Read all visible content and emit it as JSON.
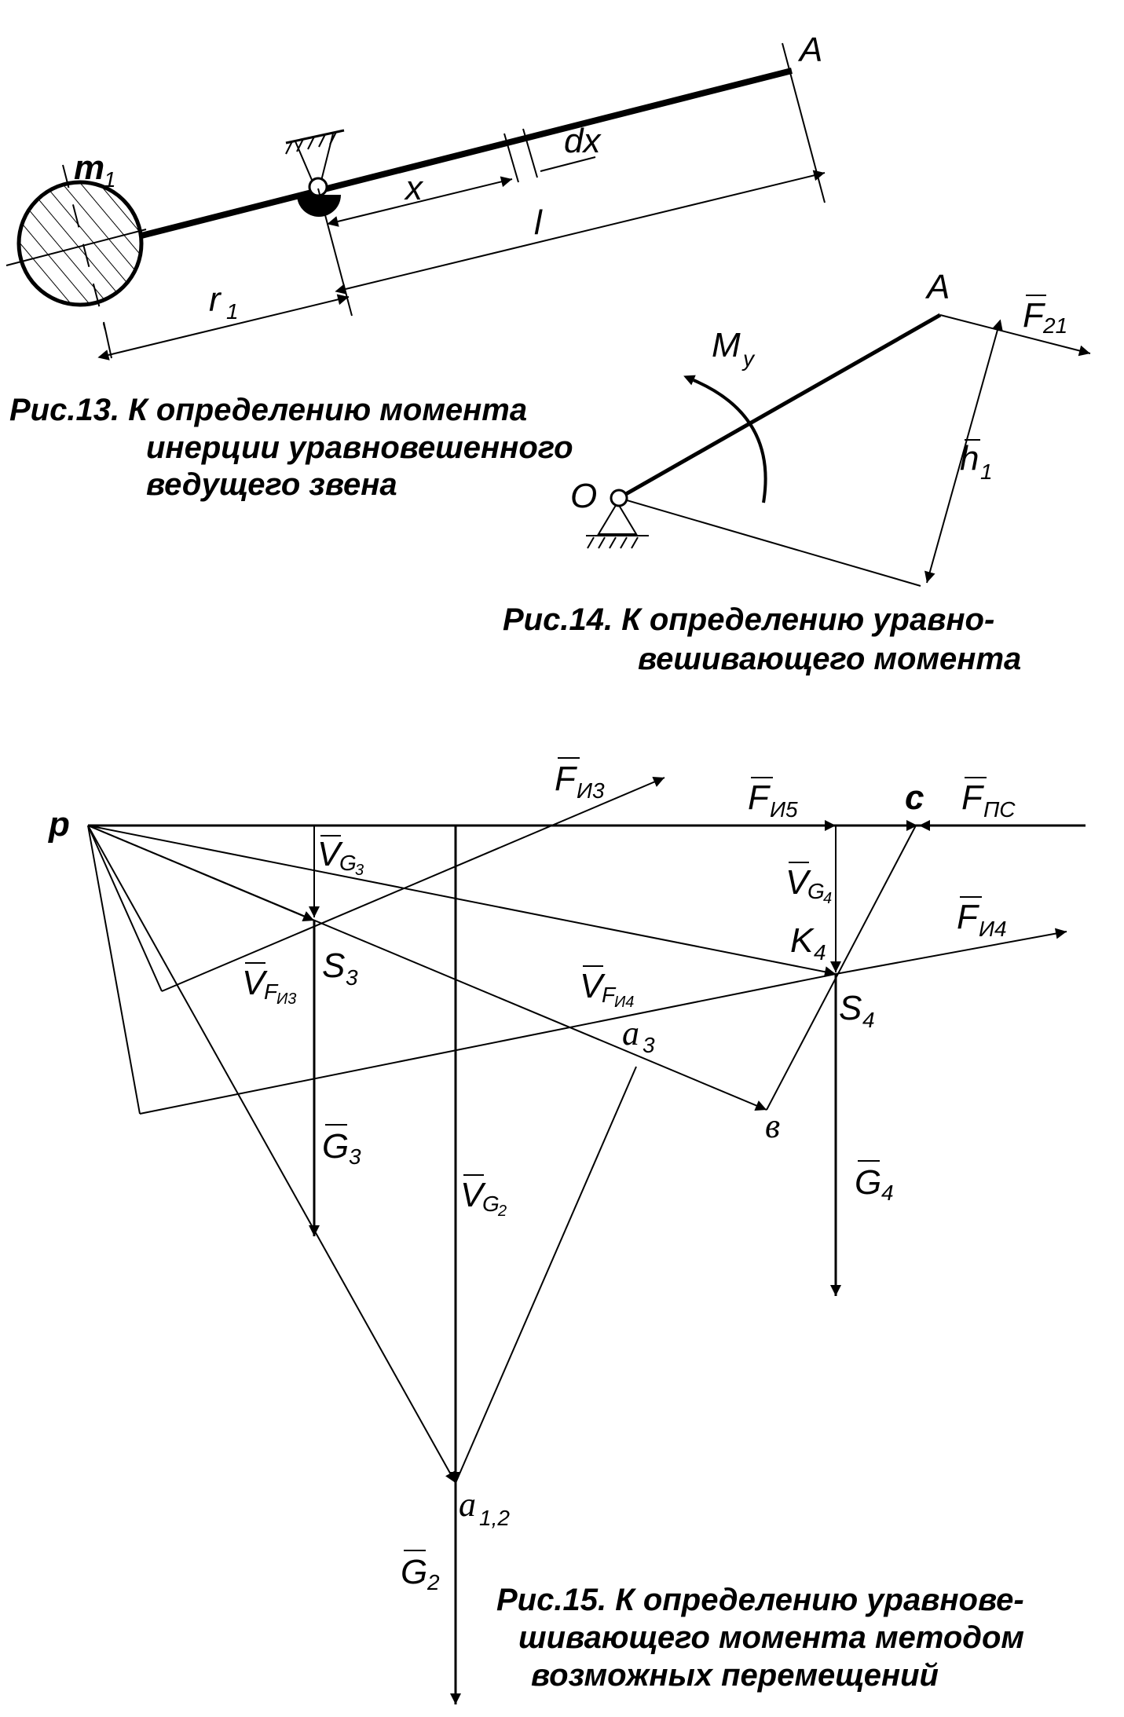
{
  "fig13": {
    "caption_line1": "Рис.13. К определению момента",
    "caption_line2": "инерции уравновешенного",
    "caption_line3": "ведущего звена",
    "label_A": "A",
    "label_m": "m",
    "label_m_sub": "1",
    "label_dx": "dx",
    "label_x": "x",
    "label_l": "l",
    "label_r": "r",
    "label_r_sub": "1"
  },
  "fig14": {
    "caption_line1": "Рис.14. К определению уравно-",
    "caption_line2": "вешивающего момента",
    "label_A": "A",
    "label_F": "F",
    "label_F_sub": "21",
    "label_M": "M",
    "label_M_sub": "y",
    "label_h": "h",
    "label_h_sub": "1",
    "label_O": "O"
  },
  "fig15": {
    "caption_line1": "Рис.15. К определению уравнове-",
    "caption_line2": "шивающего момента методом",
    "caption_line3": "возможных перемещений",
    "label_p": "p",
    "label_c": "c",
    "label_v": "в",
    "label_a3": "a",
    "label_a3_sub": "3",
    "label_a12": "a",
    "label_a12_sub": "1,2",
    "label_S3": "S",
    "label_S3_sub": "3",
    "label_S4": "S",
    "label_S4_sub": "4",
    "label_K4": "K",
    "label_K4_sub": "4",
    "F_I3": "F",
    "F_I3_sub": "И3",
    "F_I5": "F",
    "F_I5_sub": "И5",
    "F_PS": "F",
    "F_PS_sub": "ПС",
    "F_I4": "F",
    "F_I4_sub": "И4",
    "V_G3": "V",
    "V_G3_sub": "G",
    "V_G3_subsub": "3",
    "V_G4": "V",
    "V_G4_sub": "G",
    "V_G4_subsub": "4",
    "V_G2": "V",
    "V_G2_sub": "G",
    "V_G2_subsub": "2",
    "V_FI3": "V",
    "V_FI3_sub": "F",
    "V_FI3_subsub": "И3",
    "V_FI4": "V",
    "V_FI4_sub": "F",
    "V_FI4_subsub": "И4",
    "G3": "G",
    "G3_sub": "3",
    "G4": "G",
    "G4_sub": "4",
    "G2": "G",
    "G2_sub": "2"
  }
}
